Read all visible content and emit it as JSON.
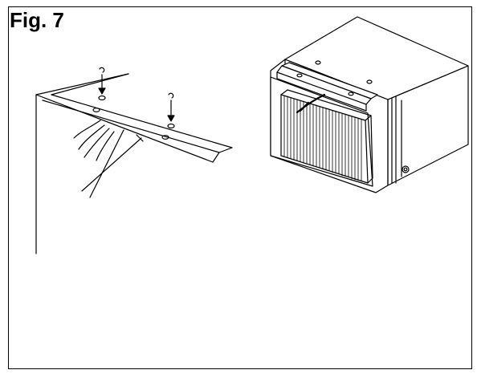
{
  "figure": {
    "label": "Fig. 7"
  },
  "colors": {
    "line": "#000000",
    "background": "#ffffff"
  },
  "illustrations": [
    {
      "name": "mounting-rail-detail-closeup",
      "icon": "rail-screw-detail"
    },
    {
      "name": "air-conditioner-unit",
      "icon": "window-unit"
    }
  ]
}
